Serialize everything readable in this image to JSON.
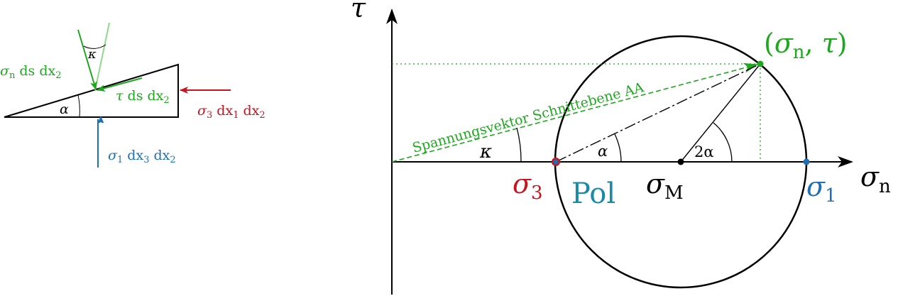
{
  "colors": {
    "black": "#000000",
    "green": "#1fa81f",
    "light_green": "#8fd98f",
    "red": "#c8141e",
    "blue": "#1f6fb4",
    "pol": "#1a8aa8"
  },
  "element_diagram": {
    "alpha": "α",
    "kappa": "κ",
    "normal_force": {
      "sym": "σ",
      "sub": "n",
      "rest": " ds dx",
      "sub2": "2"
    },
    "shear_force": {
      "sym": "τ",
      "rest": " ds dx",
      "sub2": "2"
    },
    "sigma3_force": {
      "sym": "σ",
      "sub": "3",
      "rest": " dx",
      "sub1": "1",
      "rest2": " dx",
      "sub2": "2"
    },
    "sigma1_force": {
      "sym": "σ",
      "sub": "1",
      "rest": " dx",
      "sub1": "3",
      "rest2": " dx",
      "sub2": "2"
    }
  },
  "mohr": {
    "tau_axis": "τ",
    "sigma_n_axis": {
      "sym": "σ",
      "sub": "n"
    },
    "point_label": {
      "open": "(",
      "sym": "σ",
      "sub": "n",
      "sep": ", ",
      "tau": "τ",
      "close": ")"
    },
    "sigma3": {
      "sym": "σ",
      "sub": "3"
    },
    "sigma1": {
      "sym": "σ",
      "sub": "1"
    },
    "sigma_m": {
      "sym": "σ",
      "sub": "M"
    },
    "pol": "Pol",
    "kappa": "κ",
    "alpha": "α",
    "two_alpha": "2α",
    "vector_label": "Spannungsvektor Schnittebene AA"
  }
}
